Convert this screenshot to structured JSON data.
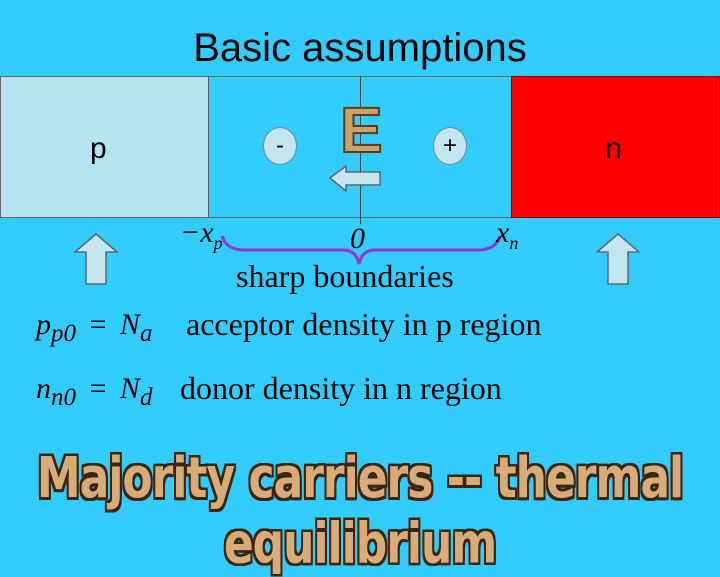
{
  "title": "Basic assumptions",
  "regions": {
    "p_label": "p",
    "n_label": "n"
  },
  "ions": {
    "left": "-",
    "right": "+"
  },
  "field": {
    "symbol": "E"
  },
  "axis": {
    "minus_xp": "−x",
    "minus_xp_sub": "p",
    "zero": "0",
    "xn": "x",
    "xn_sub": "n"
  },
  "boundary_note": "sharp boundaries",
  "equations": [
    {
      "lhs": "p",
      "lhs_sub": "p0",
      "op": "=",
      "rhs": "N",
      "rhs_sub": "a",
      "text": "acceptor density in p region"
    },
    {
      "lhs": "n",
      "lhs_sub": "n0",
      "op": "=",
      "rhs": "N",
      "rhs_sub": "d",
      "text": "donor density in n region"
    }
  ],
  "banner": "Majority carriers -- thermal equilibrium",
  "colors": {
    "background": "#33ccff",
    "p_region": "#b5e3ee",
    "n_region": "#ff0000",
    "brace": "#9933cc",
    "arrow": "#c6e6ef"
  }
}
